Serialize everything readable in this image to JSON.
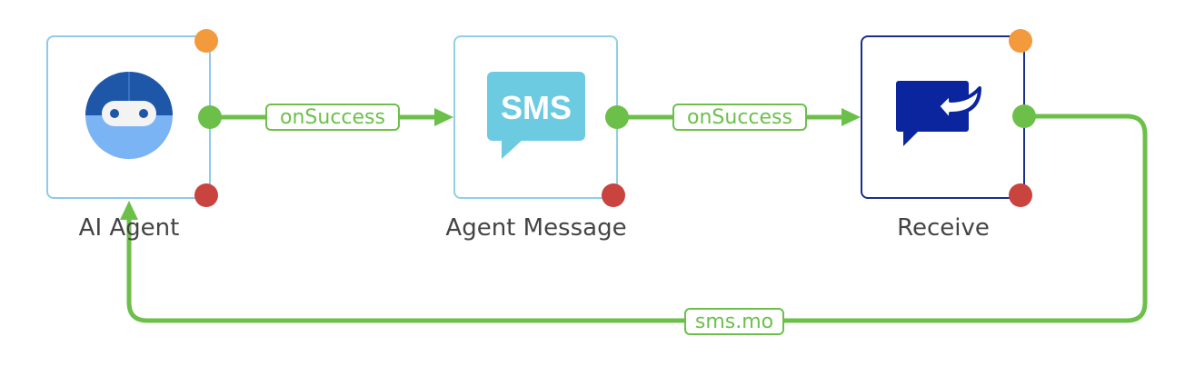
{
  "nodes": {
    "ai_agent": {
      "title": "AI Agent",
      "icon": "robot-agent-icon"
    },
    "agent_message": {
      "title": "Agent Message",
      "icon": "sms-bubble-icon",
      "icon_text": "SMS"
    },
    "receive": {
      "title": "Receive",
      "icon": "receive-message-icon"
    }
  },
  "edges": [
    {
      "from": "AI Agent",
      "to": "Agent Message",
      "label": "onSuccess"
    },
    {
      "from": "Agent Message",
      "to": "Receive",
      "label": "onSuccess"
    },
    {
      "from": "Receive",
      "to": "AI Agent",
      "label": "sms.mo"
    }
  ],
  "colors": {
    "edge": "#6cc04a",
    "port_success": "#6cc04a",
    "port_warning": "#f39a3d",
    "port_error": "#c9433f",
    "ai_border": "#8fc9ec",
    "sms_border": "#8fd0e6",
    "receive_border": "#1a2f8a"
  }
}
